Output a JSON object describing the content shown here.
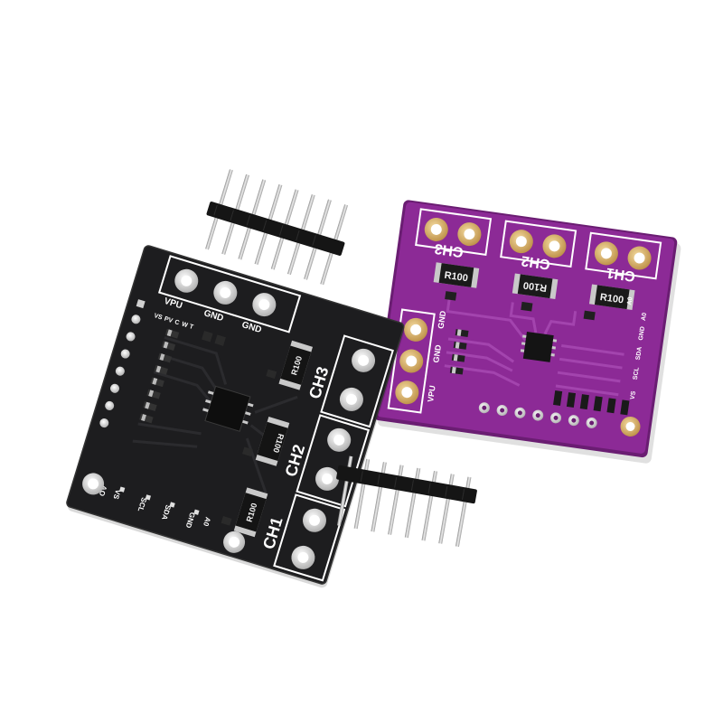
{
  "black_board": {
    "channel_labels": [
      "CH3",
      "CH2",
      "CH1"
    ],
    "resistor_marking": "R100",
    "header_pads": [
      "VPU",
      "GND",
      "GND"
    ],
    "bottom_pins": [
      "AO",
      "VS",
      "SCL",
      "SDA",
      "GND",
      "A0"
    ],
    "side_codes": [
      "VS",
      "PV",
      "C",
      "W",
      "T"
    ]
  },
  "purple_board": {
    "channel_labels": [
      "CH3",
      "CH2",
      "CH1"
    ],
    "resistor_marking": "R100",
    "side_pads": [
      "VPU",
      "GND",
      "GND"
    ],
    "right_pins": [
      "A0",
      "GND",
      "SDA",
      "SCL",
      "VS"
    ],
    "right_extra": "A0"
  },
  "colors": {
    "black_pcb": "#1d1d1f",
    "purple_pcb": "#8c2a96",
    "gold_pad": "#d7b26a",
    "tin_pad": "#d9d9d9",
    "header_plastic": "#151515",
    "header_pin": "#c7c7c7"
  }
}
